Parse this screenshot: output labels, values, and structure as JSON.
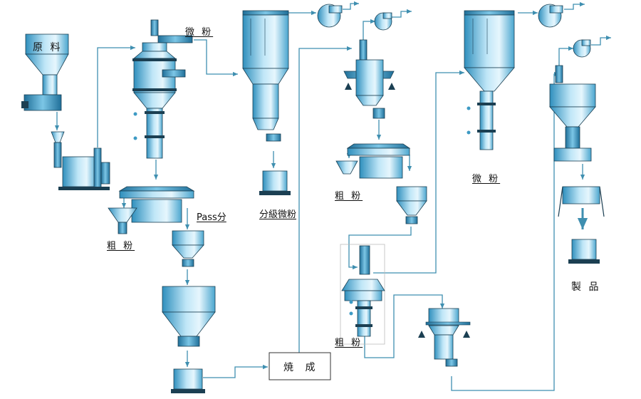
{
  "labels": {
    "raw": "原 料",
    "fine1": "微 粉",
    "pass": "Pass分",
    "coarse1": "粗 粉",
    "classified_fine": "分級微粉",
    "coarse2": "粗 粉",
    "coarse3": "粗 粉",
    "fine2": "微 粉",
    "product": "製 品",
    "calcine": "焼 成"
  },
  "colors": {
    "line": "#3f8fb0",
    "body_dark": "#3d9ac4",
    "body_light": "#d8f0fb",
    "steel": "#1b3f52"
  }
}
